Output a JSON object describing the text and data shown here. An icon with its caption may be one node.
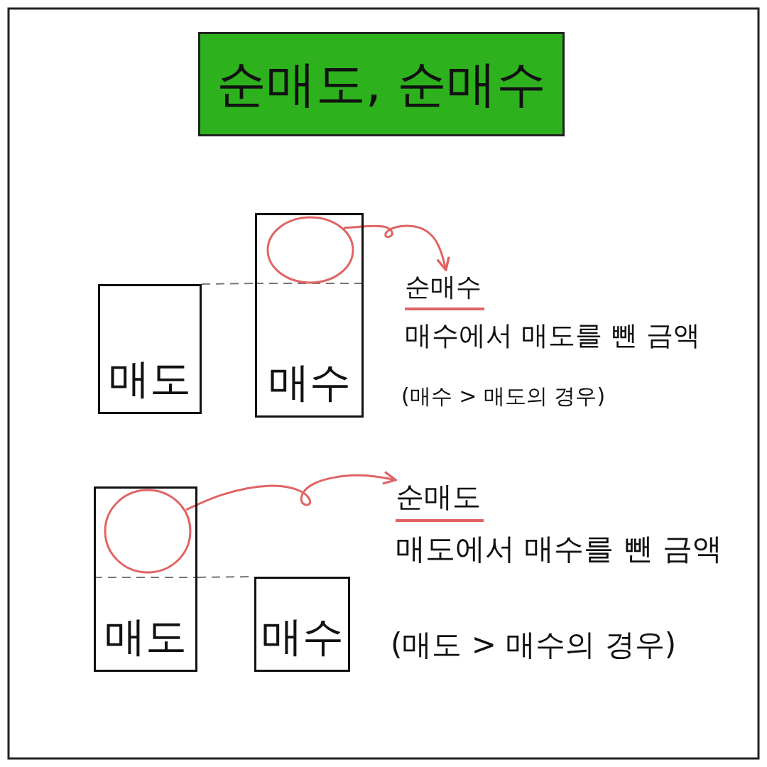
{
  "diagram": {
    "title": "순매도, 순매수",
    "nodes": [
      {
        "text": [
          "매도"
        ]
      },
      {
        "text": [
          "매수"
        ]
      },
      {
        "text": [],
        "shape": "circle",
        "in": 1
      },
      {
        "text": [
          "순매수",
          "매수에서 매도를 뺀 금액"
        ]
      },
      {
        "text": [
          "매도"
        ]
      },
      {
        "text": [],
        "shape": "circle",
        "in": 4
      },
      {
        "text": [
          "매수"
        ]
      },
      {
        "text": [
          "순매도",
          "매도에서 매수를 뺀 금액"
        ]
      }
    ],
    "edges": [
      {
        "from": 2,
        "to": 3,
        "arrow": "to"
      },
      {
        "from": 5,
        "to": 7,
        "arrow": "to"
      },
      {
        "from": 0,
        "to": 1,
        "arrow": "none",
        "style": "dashed",
        "color": "#777777"
      },
      {
        "from": 4,
        "to": 6,
        "arrow": "none",
        "style": "dashed",
        "color": "#777777"
      }
    ],
    "labels": [
      "(매수 > 매도의 경우)",
      "(매도 > 매수의 경우)"
    ]
  }
}
